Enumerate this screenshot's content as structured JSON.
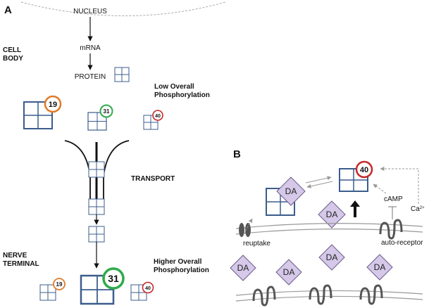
{
  "panel_a": {
    "label": "A",
    "nucleus": "NUCLEUS",
    "mrna": "mRNA",
    "protein": "PROTEIN",
    "cell_body": [
      "CELL",
      "BODY"
    ],
    "low_phos": [
      "Low Overall",
      "Phosphorylation"
    ],
    "transport": "TRANSPORT",
    "nerve_terminal": [
      "NERVE",
      "TERMINAL"
    ],
    "higher_phos": [
      "Higher Overall",
      "Phosphorylation"
    ],
    "site_19": "19",
    "site_31": "31",
    "site_40": "40"
  },
  "panel_b": {
    "label": "B",
    "da": "DA",
    "site_40": "40",
    "camp": "cAMP",
    "ca": "Ca",
    "ca_sup": "2+",
    "reuptake": "reuptake",
    "autoreceptor": "auto-receptor"
  },
  "colors": {
    "site_19": "#e07b2a",
    "site_31": "#2faa4a",
    "site_40": "#c62828",
    "box": "#3b5d8c",
    "da_fill": "#d5c8e8"
  }
}
